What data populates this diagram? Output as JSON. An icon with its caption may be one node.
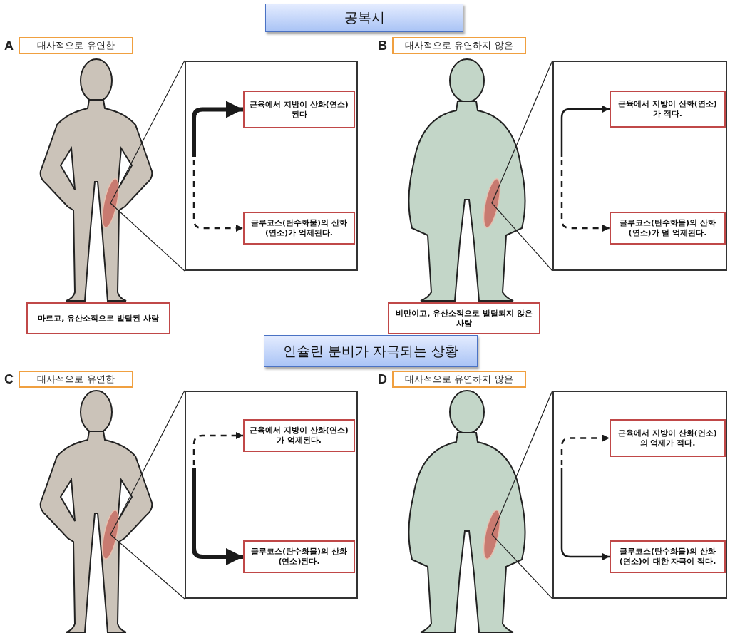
{
  "diagram": {
    "nodes": [
      {
        "text": [
          "공복시"
        ]
      },
      {
        "text": [
          "대사적으로 유연한"
        ],
        "beside": [
          "A"
        ]
      },
      {
        "text": [],
        "shape": "box"
      },
      {
        "text": [
          "근육에서 지방이 산화(연소)된다"
        ],
        "in": 2
      },
      {
        "text": [
          "글루코스(탄수화물)의 산화(연소)가 억제된다."
        ],
        "in": 2
      },
      {
        "text": [
          "대사적으로 유연하지 않은"
        ],
        "beside": [
          "B"
        ]
      },
      {
        "text": [],
        "shape": "box"
      },
      {
        "text": [
          "근육에서 지방이 산화(연소)가 적다."
        ],
        "in": 6
      },
      {
        "text": [
          "글루코스(탄수화물)의 산화(연소)가 덜 억제된다."
        ],
        "in": 6
      },
      {
        "text": [
          "마르고, 유산소적으로 발달된 사람"
        ]
      },
      {
        "text": [
          "비만이고, 유산소적으로 발달되지 않은 사람"
        ]
      },
      {
        "text": [
          "인슐린 분비가 자극되는 상황"
        ]
      },
      {
        "text": [
          "대사적으로 유연한"
        ],
        "beside": [
          "C"
        ]
      },
      {
        "text": [],
        "shape": "box"
      },
      {
        "text": [
          "근육에서 지방이 산화(연소)가 억제된다."
        ],
        "in": 13
      },
      {
        "text": [
          "글루코스(탄수화물)의 산화(연소)된다."
        ],
        "in": 13
      },
      {
        "text": [
          "대사적으로 유연하지 않은"
        ],
        "beside": [
          "D"
        ]
      },
      {
        "text": [],
        "shape": "box"
      },
      {
        "text": [
          "근육에서 지방이 산화(연소)의 억제가 적다."
        ],
        "in": 17
      },
      {
        "text": [
          "글루코스(탄수화물)의 산화(연소)에 대한 자극이 적다."
        ],
        "in": 17
      }
    ],
    "edges": [
      {
        "from": null,
        "to": 3,
        "arrow": "to",
        "style": "thick"
      },
      {
        "from": null,
        "to": 4,
        "arrow": "to",
        "style": "dashed"
      },
      {
        "from": null,
        "to": 7,
        "arrow": "to"
      },
      {
        "from": null,
        "to": 8,
        "arrow": "to",
        "style": "dashed"
      },
      {
        "from": null,
        "to": 14,
        "arrow": "to",
        "style": "dashed"
      },
      {
        "from": null,
        "to": 15,
        "arrow": "to",
        "style": "thick"
      },
      {
        "from": null,
        "to": 18,
        "arrow": "to",
        "style": "dashed"
      },
      {
        "from": null,
        "to": 19,
        "arrow": "to"
      }
    ]
  }
}
